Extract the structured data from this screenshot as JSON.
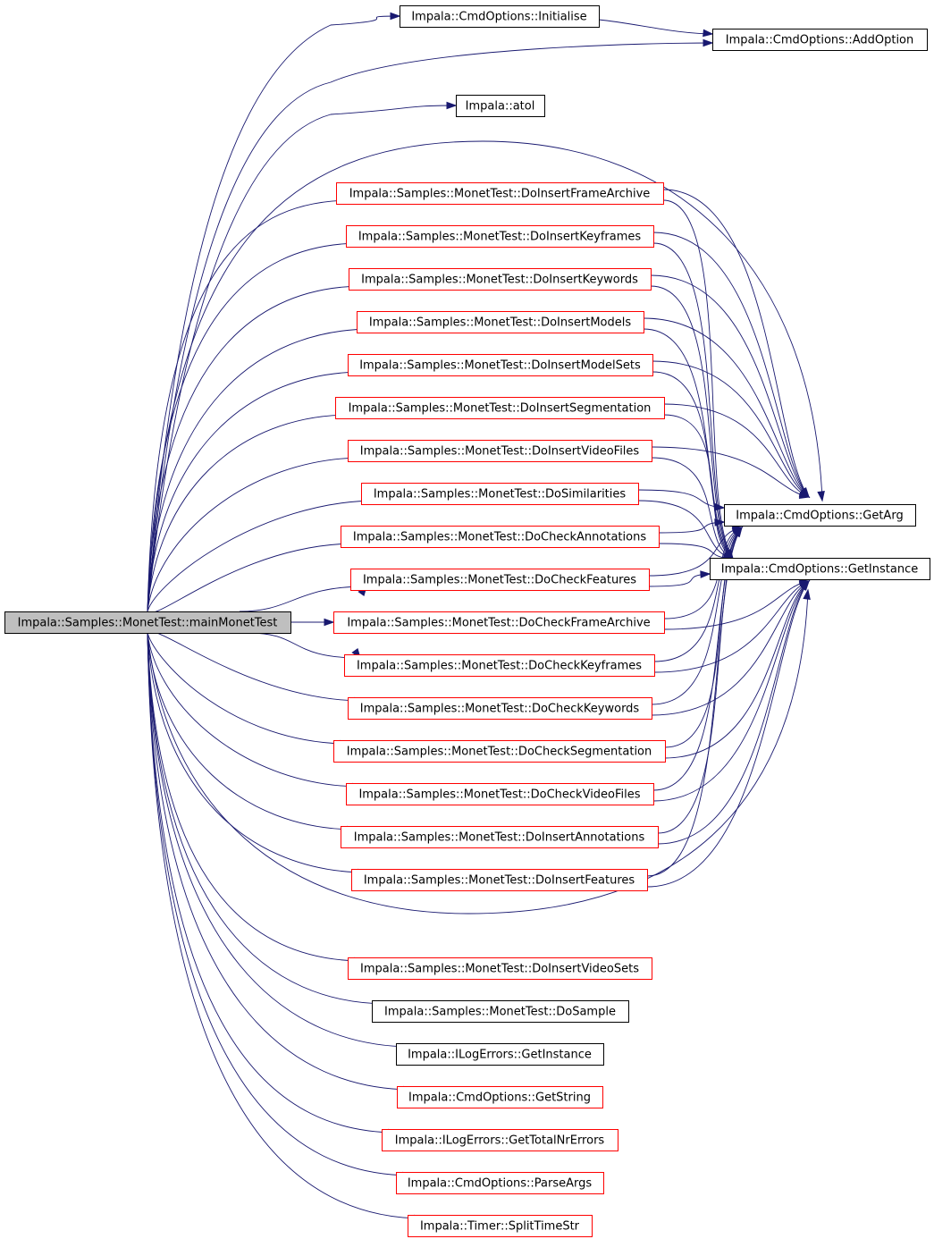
{
  "graph": {
    "colors": {
      "edge": "#191970",
      "root_fill": "#bfbfbf",
      "root_border": "#000000",
      "linked_border": "#ff0000",
      "plain_border": "#000000",
      "node_fill": "#ffffff"
    },
    "root": "Impala::Samples::MonetTest::mainMonetTest",
    "nodes": [
      {
        "id": "main",
        "label": "Impala::Samples::MonetTest::mainMonetTest",
        "style": "root"
      },
      {
        "id": "init",
        "label": "Impala::CmdOptions::Initialise",
        "style": "plain"
      },
      {
        "id": "addopt",
        "label": "Impala::CmdOptions::AddOption",
        "style": "plain"
      },
      {
        "id": "atol",
        "label": "Impala::atol",
        "style": "plain"
      },
      {
        "id": "dIFA",
        "label": "Impala::Samples::MonetTest::DoInsertFrameArchive",
        "style": "linked"
      },
      {
        "id": "dIKf",
        "label": "Impala::Samples::MonetTest::DoInsertKeyframes",
        "style": "linked"
      },
      {
        "id": "dIKw",
        "label": "Impala::Samples::MonetTest::DoInsertKeywords",
        "style": "linked"
      },
      {
        "id": "dIM",
        "label": "Impala::Samples::MonetTest::DoInsertModels",
        "style": "linked"
      },
      {
        "id": "dIMS",
        "label": "Impala::Samples::MonetTest::DoInsertModelSets",
        "style": "linked"
      },
      {
        "id": "dISeg",
        "label": "Impala::Samples::MonetTest::DoInsertSegmentation",
        "style": "linked"
      },
      {
        "id": "dIVF",
        "label": "Impala::Samples::MonetTest::DoInsertVideoFiles",
        "style": "linked"
      },
      {
        "id": "dSim",
        "label": "Impala::Samples::MonetTest::DoSimilarities",
        "style": "linked"
      },
      {
        "id": "dCA",
        "label": "Impala::Samples::MonetTest::DoCheckAnnotations",
        "style": "linked"
      },
      {
        "id": "dCF",
        "label": "Impala::Samples::MonetTest::DoCheckFeatures",
        "style": "linked"
      },
      {
        "id": "dCFA",
        "label": "Impala::Samples::MonetTest::DoCheckFrameArchive",
        "style": "linked"
      },
      {
        "id": "dCKf",
        "label": "Impala::Samples::MonetTest::DoCheckKeyframes",
        "style": "linked"
      },
      {
        "id": "dCKw",
        "label": "Impala::Samples::MonetTest::DoCheckKeywords",
        "style": "linked"
      },
      {
        "id": "dCSeg",
        "label": "Impala::Samples::MonetTest::DoCheckSegmentation",
        "style": "linked"
      },
      {
        "id": "dCVF",
        "label": "Impala::Samples::MonetTest::DoCheckVideoFiles",
        "style": "linked"
      },
      {
        "id": "dIA",
        "label": "Impala::Samples::MonetTest::DoInsertAnnotations",
        "style": "linked"
      },
      {
        "id": "dIFe",
        "label": "Impala::Samples::MonetTest::DoInsertFeatures",
        "style": "linked"
      },
      {
        "id": "getarg",
        "label": "Impala::CmdOptions::GetArg",
        "style": "plain"
      },
      {
        "id": "getinst",
        "label": "Impala::CmdOptions::GetInstance",
        "style": "plain"
      },
      {
        "id": "dIVS",
        "label": "Impala::Samples::MonetTest::DoInsertVideoSets",
        "style": "linked"
      },
      {
        "id": "dSample",
        "label": "Impala::Samples::MonetTest::DoSample",
        "style": "plain"
      },
      {
        "id": "logInst",
        "label": "Impala::ILogErrors::GetInstance",
        "style": "plain"
      },
      {
        "id": "getstr",
        "label": "Impala::CmdOptions::GetString",
        "style": "linked"
      },
      {
        "id": "totErr",
        "label": "Impala::ILogErrors::GetTotalNrErrors",
        "style": "linked"
      },
      {
        "id": "parse",
        "label": "Impala::CmdOptions::ParseArgs",
        "style": "linked"
      },
      {
        "id": "split",
        "label": "Impala::Timer::SplitTimeStr",
        "style": "linked"
      }
    ],
    "edges": [
      [
        "main",
        "init"
      ],
      [
        "main",
        "addopt"
      ],
      [
        "main",
        "atol"
      ],
      [
        "main",
        "getarg"
      ],
      [
        "main",
        "dIFA"
      ],
      [
        "main",
        "dIKf"
      ],
      [
        "main",
        "dIKw"
      ],
      [
        "main",
        "dIM"
      ],
      [
        "main",
        "dIMS"
      ],
      [
        "main",
        "dISeg"
      ],
      [
        "main",
        "dIVF"
      ],
      [
        "main",
        "dSim"
      ],
      [
        "main",
        "dCA"
      ],
      [
        "main",
        "dCF"
      ],
      [
        "main",
        "dCFA"
      ],
      [
        "main",
        "dCKf"
      ],
      [
        "main",
        "dCKw"
      ],
      [
        "main",
        "dCSeg"
      ],
      [
        "main",
        "dCVF"
      ],
      [
        "main",
        "dIA"
      ],
      [
        "main",
        "dIFe"
      ],
      [
        "main",
        "getinst"
      ],
      [
        "main",
        "dIVS"
      ],
      [
        "main",
        "dSample"
      ],
      [
        "main",
        "logInst"
      ],
      [
        "main",
        "getstr"
      ],
      [
        "main",
        "totErr"
      ],
      [
        "main",
        "parse"
      ],
      [
        "main",
        "split"
      ],
      [
        "init",
        "addopt"
      ],
      [
        "dIFA",
        "getarg"
      ],
      [
        "dIFA",
        "getinst"
      ],
      [
        "dIKf",
        "getarg"
      ],
      [
        "dIKf",
        "getinst"
      ],
      [
        "dIKw",
        "getarg"
      ],
      [
        "dIKw",
        "getinst"
      ],
      [
        "dIM",
        "getarg"
      ],
      [
        "dIM",
        "getinst"
      ],
      [
        "dIMS",
        "getarg"
      ],
      [
        "dIMS",
        "getinst"
      ],
      [
        "dISeg",
        "getarg"
      ],
      [
        "dISeg",
        "getinst"
      ],
      [
        "dIVF",
        "getarg"
      ],
      [
        "dIVF",
        "getinst"
      ],
      [
        "dSim",
        "getarg"
      ],
      [
        "dSim",
        "getinst"
      ],
      [
        "dCA",
        "getarg"
      ],
      [
        "dCA",
        "getinst"
      ],
      [
        "dCF",
        "getarg"
      ],
      [
        "dCF",
        "getinst"
      ],
      [
        "dCFA",
        "getarg"
      ],
      [
        "dCFA",
        "getinst"
      ],
      [
        "dCKf",
        "getarg"
      ],
      [
        "dCKf",
        "getinst"
      ],
      [
        "dCKw",
        "getarg"
      ],
      [
        "dCKw",
        "getinst"
      ],
      [
        "dCSeg",
        "getarg"
      ],
      [
        "dCSeg",
        "getinst"
      ],
      [
        "dCVF",
        "getarg"
      ],
      [
        "dCVF",
        "getinst"
      ],
      [
        "dIA",
        "getarg"
      ],
      [
        "dIA",
        "getinst"
      ],
      [
        "dIFe",
        "getarg"
      ],
      [
        "dIFe",
        "getinst"
      ]
    ]
  }
}
